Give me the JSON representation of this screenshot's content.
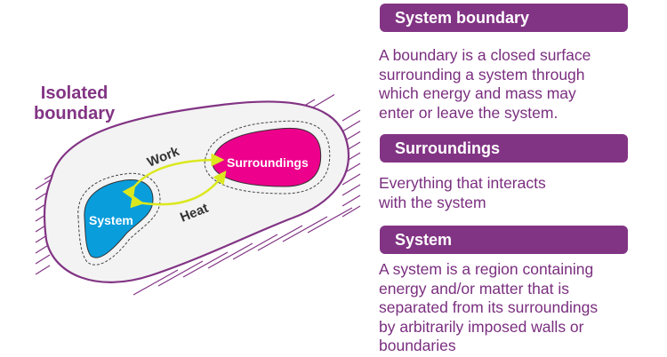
{
  "diagram": {
    "isolated_boundary_label": [
      "Isolated",
      "boundary"
    ],
    "system_label": "System",
    "surroundings_label": "Surroundings",
    "work_label": "Work",
    "heat_label": "Heat",
    "colors": {
      "boundary": "#823484",
      "surroundings_fill": "#f3f3f3",
      "system_fill": "#0a9ddc",
      "surroundings_blob_fill": "#ec008c",
      "arrow": "#dbe81e",
      "label_dark": "#333333"
    }
  },
  "definitions": [
    {
      "title": "System boundary",
      "lines": [
        "A boundary is a closed surface",
        "surrounding a system through",
        "which energy and mass may",
        "enter or leave the system."
      ]
    },
    {
      "title": "Surroundings",
      "lines": [
        "Everything that interacts",
        "with the system"
      ]
    },
    {
      "title": "System",
      "lines": [
        "A system is a region containing",
        "energy and/or matter that is",
        "separated from its surroundings",
        "by arbitrarily imposed walls or",
        "boundaries"
      ]
    }
  ],
  "theme": {
    "header_bg": "#823484",
    "text_color": "#7a2e7f"
  }
}
